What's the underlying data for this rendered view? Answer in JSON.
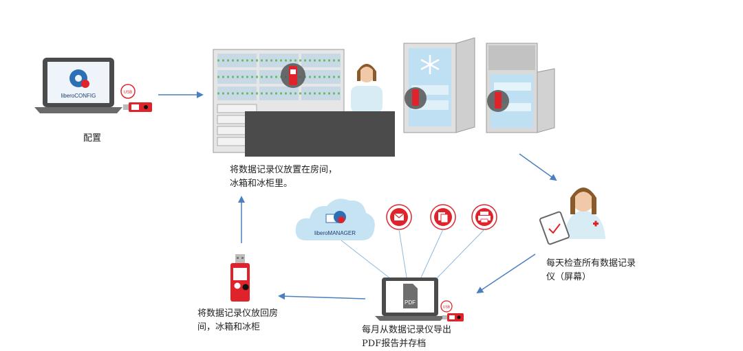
{
  "laptop_config": {
    "app_name": "liberoCONFIG",
    "usb_label": "USB"
  },
  "cloud": {
    "app_name": "liberoMANAGER"
  },
  "laptop_export": {
    "file_label": "PDF",
    "usb_label": "USB"
  },
  "captions": {
    "configure": "配置",
    "place": "将数据记录仪放置在房间，\n冰箱和冰柜里。",
    "daily_check": "每天检查所有数据记录\n仪（屏幕）",
    "monthly_export": "每月从数据记录仪导出\nPDF报告并存档",
    "return": "将数据记录仪放回房\n间，冰箱和冰柜"
  },
  "colors": {
    "accent_red": "#e0232b",
    "arrow_blue": "#4a7fc0",
    "device_gray": "#5a5a5a",
    "fridge_blue": "#bfe0f2",
    "cloud_blue": "#c6e3f4"
  }
}
